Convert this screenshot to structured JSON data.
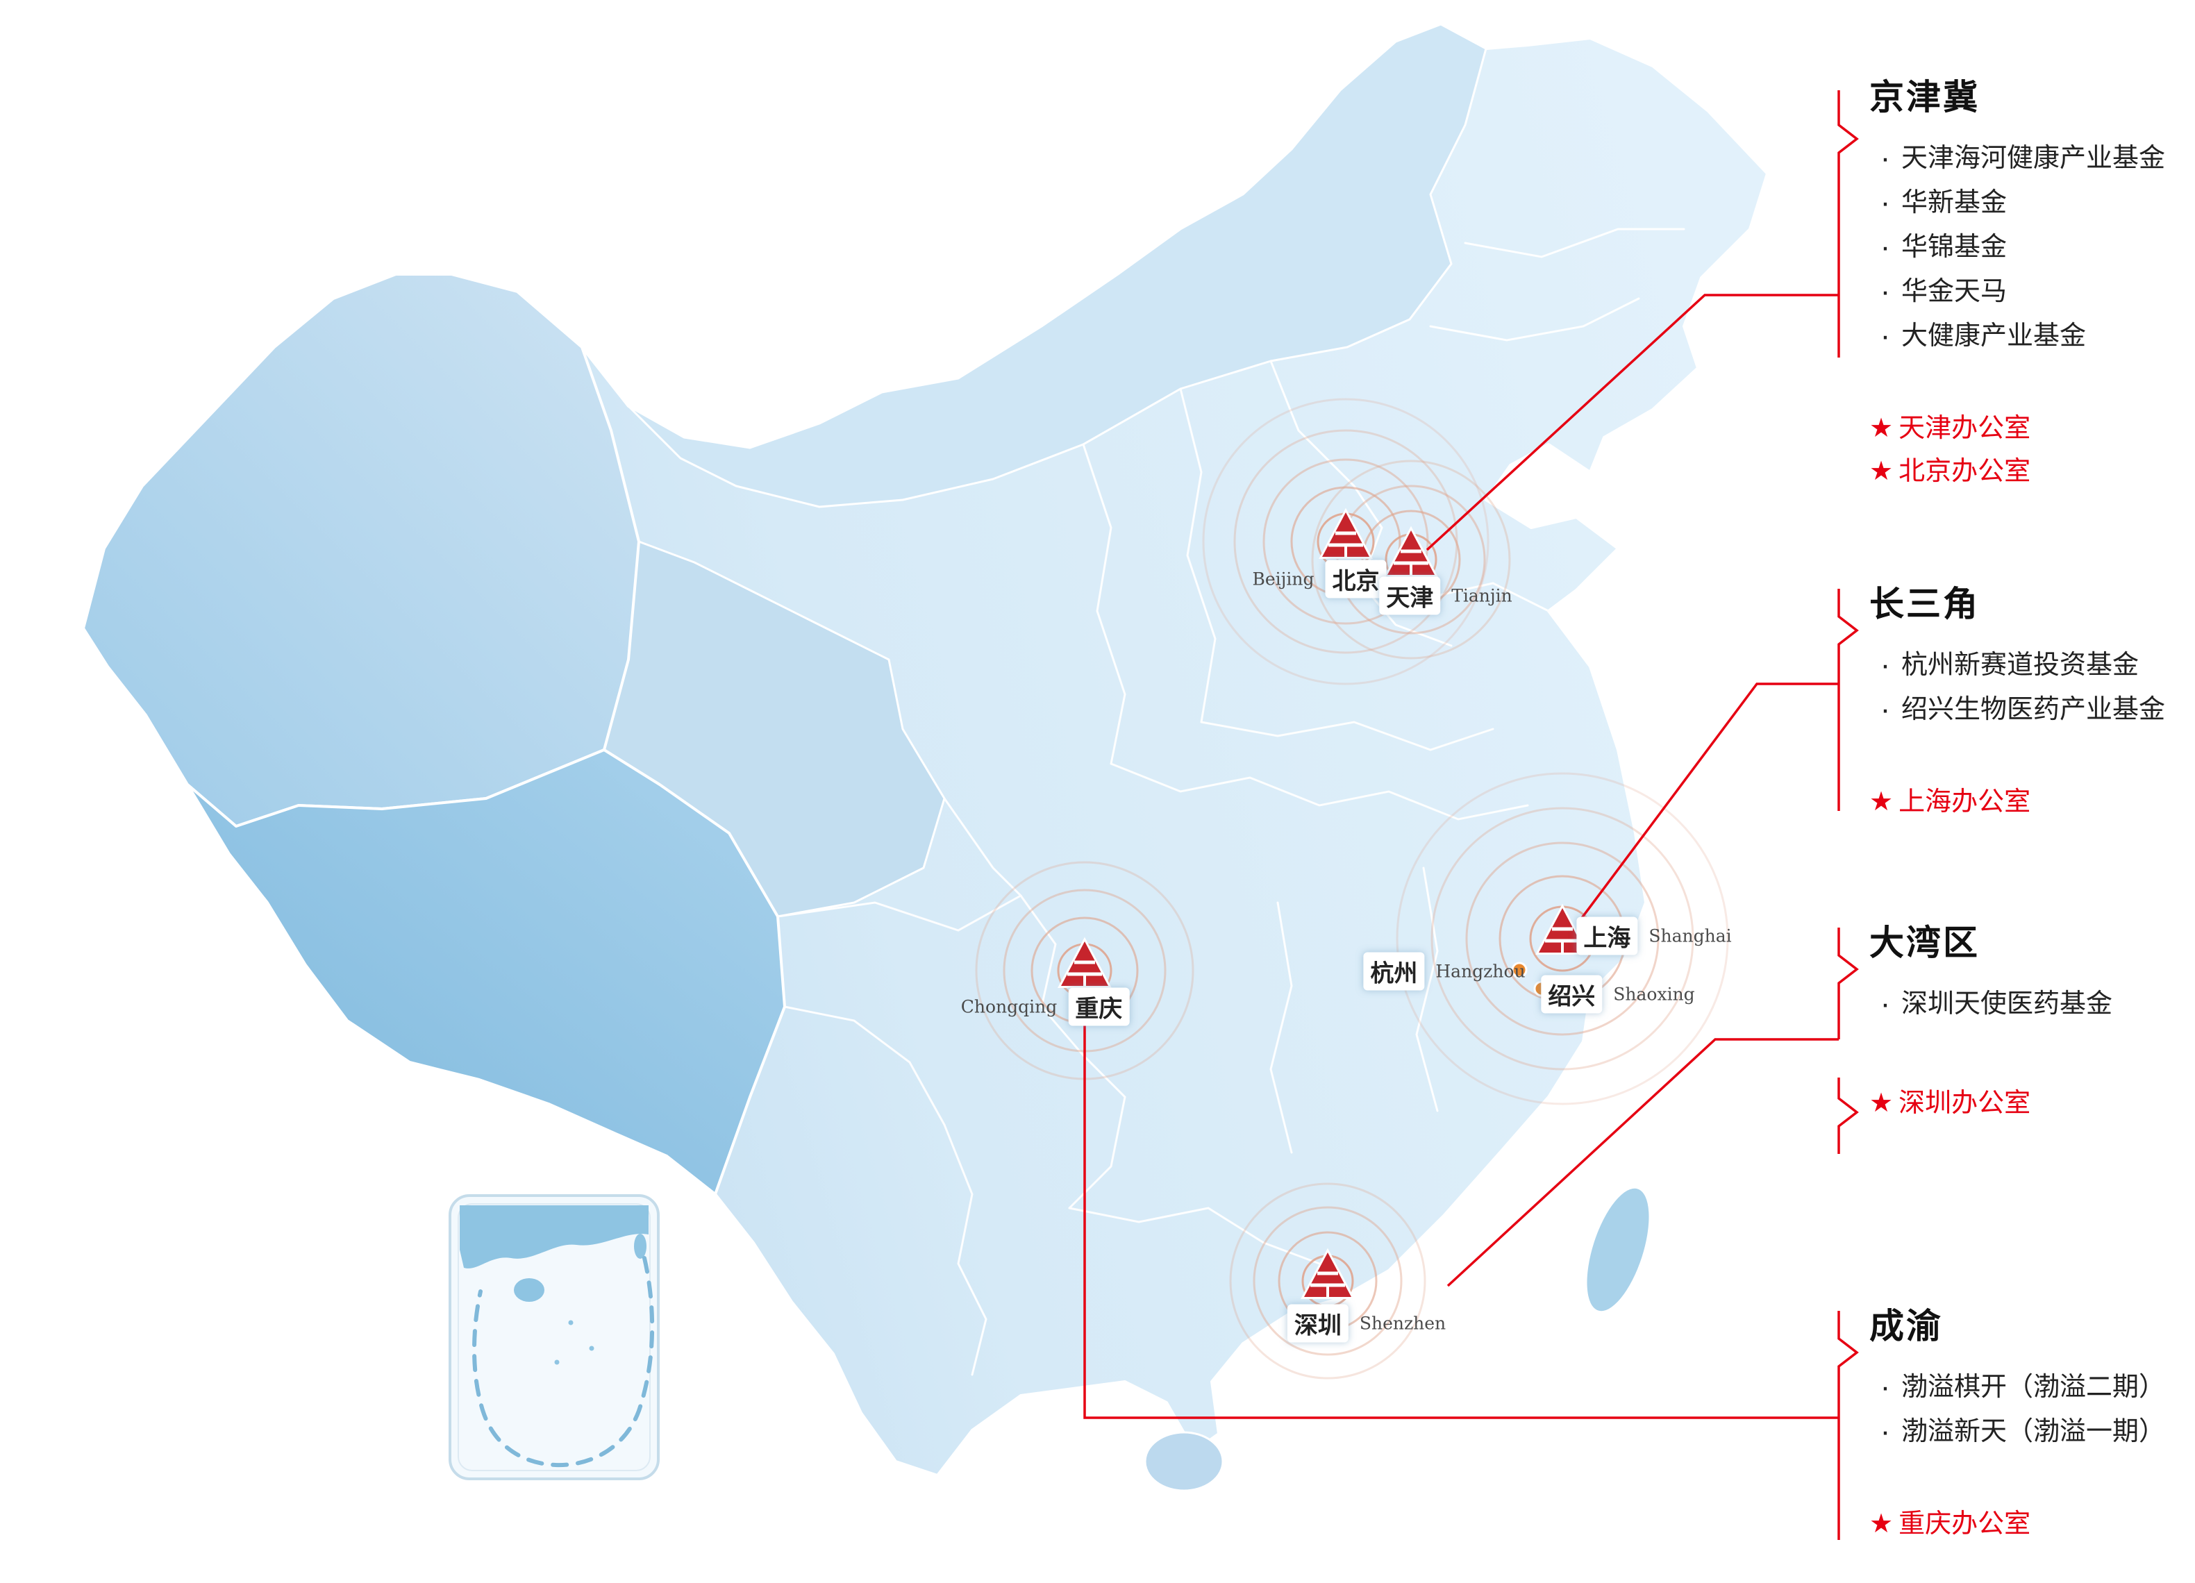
{
  "ui": {
    "bullet": "·",
    "star": "★"
  },
  "colors": {
    "accent_red": "#e60012",
    "logo_red": "#c6242c",
    "ripple_orange": "#dfa189",
    "map_base_light": "#d9ecf8",
    "map_xinjiang": "#aed2ec",
    "map_tibet": "#8cc1e2",
    "inset_sea": "#8ec4e2"
  },
  "map": {
    "cities": [
      {
        "id": "beijing",
        "zh": "北京",
        "en": "Beijing",
        "marker": "company-logo-triangle"
      },
      {
        "id": "tianjin",
        "zh": "天津",
        "en": "Tianjin",
        "marker": "company-logo-triangle"
      },
      {
        "id": "shanghai",
        "zh": "上海",
        "en": "Shanghai",
        "marker": "company-logo-triangle"
      },
      {
        "id": "hangzhou",
        "zh": "杭州",
        "en": "Hangzhou",
        "marker": "orange-dot"
      },
      {
        "id": "shaoxing",
        "zh": "绍兴",
        "en": "Shaoxing",
        "marker": "orange-dot"
      },
      {
        "id": "chongqing",
        "zh": "重庆",
        "en": "Chongqing",
        "marker": "company-logo-triangle"
      },
      {
        "id": "shenzhen",
        "zh": "深圳",
        "en": "Shenzhen",
        "marker": "company-logo-triangle"
      }
    ]
  },
  "regions": [
    {
      "name": "京津冀",
      "funds": [
        "天津海河健康产业基金",
        "华新基金",
        "华锦基金",
        "华金天马",
        "大健康产业基金"
      ],
      "offices": [
        "天津办公室",
        "北京办公室"
      ]
    },
    {
      "name": "长三角",
      "funds": [
        "杭州新赛道投资基金",
        "绍兴生物医药产业基金"
      ],
      "offices": [
        "上海办公室"
      ]
    },
    {
      "name": "大湾区",
      "funds": [
        "深圳天使医药基金"
      ],
      "offices": [
        "深圳办公室"
      ]
    },
    {
      "name": "成渝",
      "funds": [
        "渤溢棋开（渤溢二期）",
        "渤溢新天（渤溢一期）"
      ],
      "offices": [
        "重庆办公室"
      ]
    }
  ]
}
